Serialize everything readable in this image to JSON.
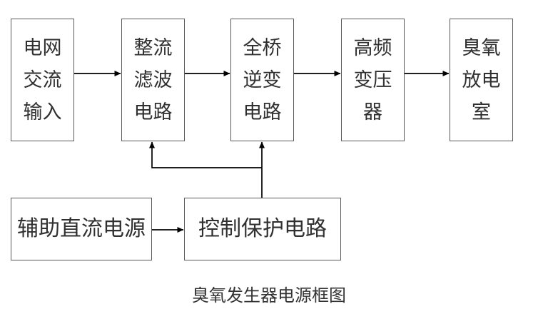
{
  "diagram": {
    "type": "block-diagram",
    "caption": "臭氧发生器电源框图",
    "colors": {
      "background": "#ffffff",
      "box_border": "#5a5a5a",
      "text": "#303030",
      "connector": "#000000"
    },
    "nodes": [
      {
        "id": "mains",
        "label": "电网\n交流\n输入",
        "row": "top",
        "order": 1
      },
      {
        "id": "rectifier",
        "label": "整流\n滤波\n电路",
        "row": "top",
        "order": 2
      },
      {
        "id": "inverter",
        "label": "全桥\n逆变\n电路",
        "row": "top",
        "order": 3
      },
      {
        "id": "transformer",
        "label": "高频\n变压\n器",
        "row": "top",
        "order": 4
      },
      {
        "id": "discharge",
        "label": "臭氧\n放电\n室",
        "row": "top",
        "order": 5
      },
      {
        "id": "auxdc",
        "label": "辅助直流电源",
        "row": "bottom",
        "order": 1
      },
      {
        "id": "control",
        "label": "控制保护电路",
        "row": "bottom",
        "order": 2
      }
    ],
    "edges": [
      {
        "from": "mains",
        "to": "rectifier",
        "style": "horizontal-arrow"
      },
      {
        "from": "rectifier",
        "to": "inverter",
        "style": "horizontal-arrow"
      },
      {
        "from": "inverter",
        "to": "transformer",
        "style": "horizontal-arrow"
      },
      {
        "from": "transformer",
        "to": "discharge",
        "style": "horizontal-arrow"
      },
      {
        "from": "auxdc",
        "to": "control",
        "style": "horizontal-arrow"
      },
      {
        "from": "control",
        "to": "rectifier",
        "style": "elbow-up-arrow"
      },
      {
        "from": "control",
        "to": "inverter",
        "style": "vertical-up-arrow"
      }
    ]
  }
}
